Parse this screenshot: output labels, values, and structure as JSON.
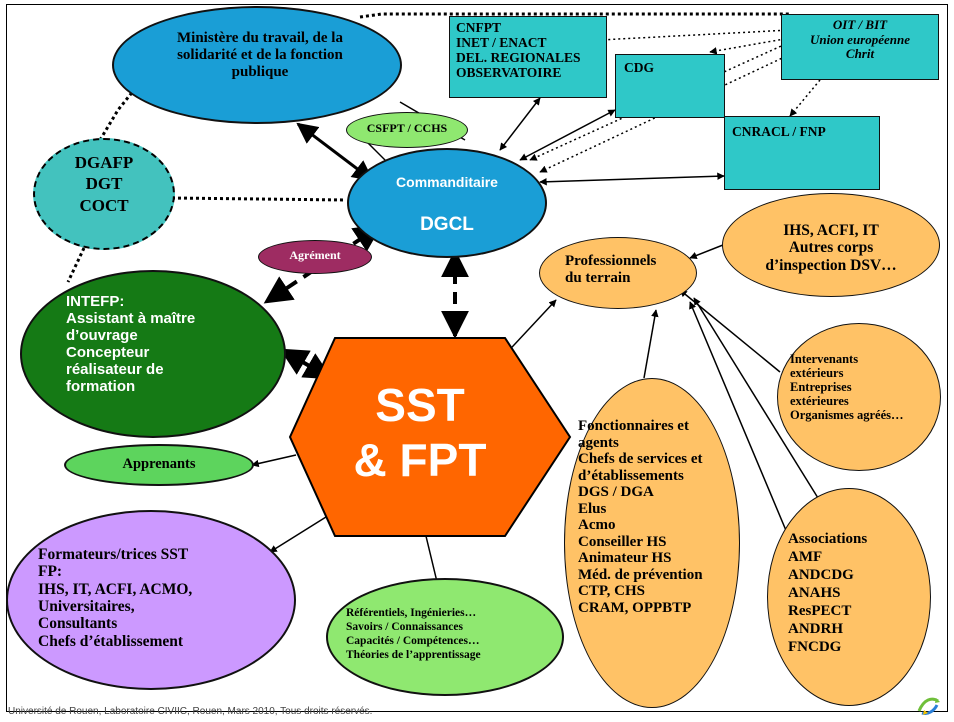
{
  "colors": {
    "blue": "#1A9ED6",
    "cyan": "#2FC8C8",
    "teal": "#43C2BE",
    "green_dark": "#157A15",
    "green_light": "#5DD45D",
    "lime": "#8FE870",
    "orange": "#FF6600",
    "peach": "#FFC266",
    "purple": "#CC99FF",
    "maroon": "#9E2C62",
    "light_blue_box": "#4DC8D4"
  },
  "nodes": {
    "ministere": "Ministère du travail, de la\nsolidarité et de la fonction\npublique",
    "cnfpt": "CNFPT\nINET / ENACT\nDEL. REGIONALES\nOBSERVATOIRE",
    "oit": "OIT / BIT\nUnion européenne\nChrit",
    "cdg": "CDG",
    "cnracl": "CNRACL / FNP",
    "csfpt": "CSFPT / CCHS",
    "dgafp": "DGAFP\nDGT\nCOCT",
    "commanditaire_label": "Commanditaire",
    "commanditaire_name": "DGCL",
    "agrement": "Agrément",
    "professionnels": "Professionnels\ndu terrain",
    "ihs_top": "IHS, ACFI, IT\nAutres corps\nd’inspection DSV…",
    "intefp": "INTEFP:\nAssistant à maître\nd’ouvrage\nConcepteur\nréalisateur de\nformation",
    "sst": "SST\n& FPT",
    "intervenants": "Intervenants\nextérieurs\nEntreprises\nextérieures\nOrganismes agréés…",
    "apprenants": "Apprenants",
    "fonctionnaires": "Fonctionnaires et\nagents\nChefs de services et\nd’établissements\nDGS / DGA\nElus\nAcmo\nConseiller HS\nAnimateur HS\nMéd. de prévention\nCTP, CHS\nCRAM, OPPBTP",
    "associations": "Associations\nAMF\nANDCDG\nANAHS\nResPECT\nANDRH\nFNCDG",
    "formateurs": "Formateurs/trices SST\nFP:\nIHS, IT, ACFI, ACMO,\nUniversitaires,\nConsultants\nChefs d’établissement",
    "referentiels": "Référentiels, Ingénieries…\nSavoirs / Connaissances\nCapacités / Compétences…\nThéories de l’apprentissage"
  },
  "footer": "Université de Rouen, Laboratoire CIVIIC, Rouen, Mars 2010, Tous droits réservés.",
  "logo_icon": "recycle-logo-icon"
}
